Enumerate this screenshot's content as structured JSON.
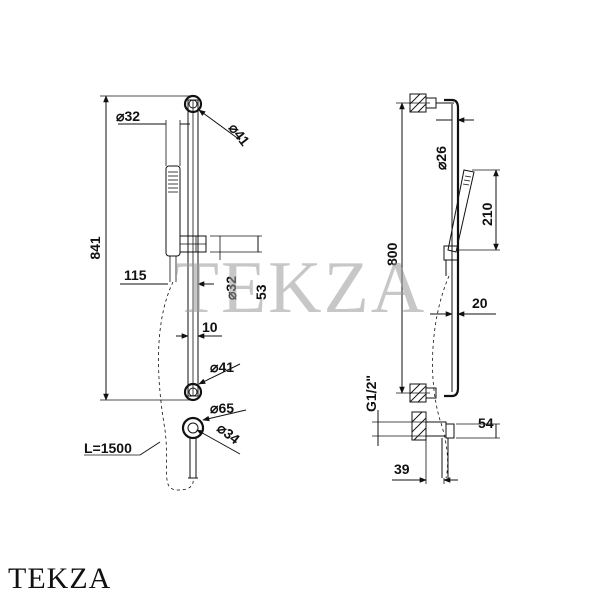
{
  "brand": "TEKZA",
  "watermark": "TEKZA",
  "left_view": {
    "height_841": "841",
    "dia_32_top": "32",
    "dia_41_top": "41",
    "dim_115": "115",
    "dia_32_holder": "32",
    "dim_53": "53",
    "dim_10": "10",
    "dia_41_bottom": "41",
    "dia_65": "65",
    "dia_34": "34",
    "hose_length": "L=1500"
  },
  "right_view": {
    "dia_26": "26",
    "dim_210": "210",
    "dim_800": "800",
    "dim_20": "20",
    "thread": "G1/2\"",
    "dim_54": "54",
    "dim_39": "39"
  },
  "symbols": {
    "diameter": "⌀"
  }
}
